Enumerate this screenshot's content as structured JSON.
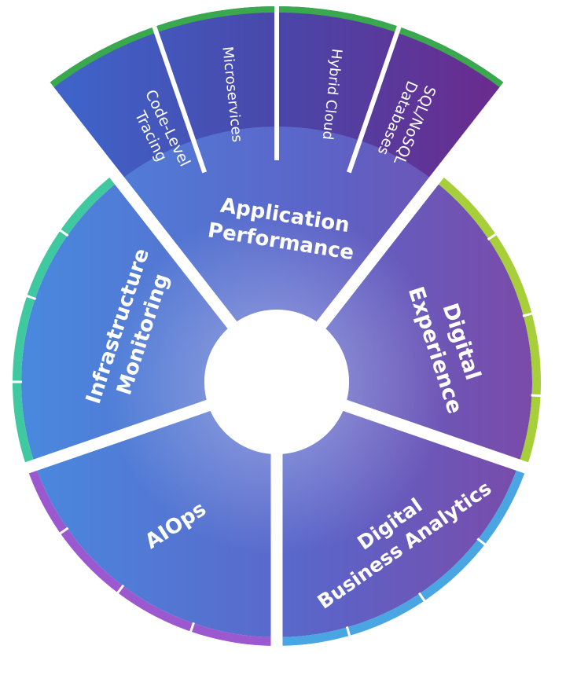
{
  "diagram": {
    "segments": [
      {
        "id": "application-performance",
        "lines": [
          "Application",
          "Performance"
        ],
        "rim_color": ""
      },
      {
        "id": "digital-experience",
        "lines": [
          "Digital",
          "Experience"
        ],
        "rim_color": "#a6cf3a"
      },
      {
        "id": "digital-business-analytics",
        "lines": [
          "Digital",
          "Business Analytics"
        ],
        "rim_color": "#4aa6e3"
      },
      {
        "id": "aiops",
        "lines": [
          "AIOps"
        ],
        "rim_color": "#9b58cf"
      },
      {
        "id": "infrastructure-monitoring",
        "lines": [
          "Infrastructure",
          "Monitoring"
        ],
        "rim_color": "#40c9a1"
      }
    ],
    "sub_segments": [
      {
        "id": "code-level-tracing",
        "lines": [
          "Code-Level",
          "Tracing"
        ]
      },
      {
        "id": "microservices",
        "lines": [
          "Microservices"
        ]
      },
      {
        "id": "hybrid-cloud",
        "lines": [
          "Hybrid Cloud"
        ]
      },
      {
        "id": "sql-nosql-databases",
        "lines": [
          "SQL/NoSQL",
          "Databases"
        ]
      }
    ],
    "colors": {
      "blue": "#4a84dc",
      "violet": "#7c4ea8",
      "deep_purple": "#6a2b8e",
      "green_rim": "#3aa84d",
      "white": "#ffffff"
    }
  }
}
